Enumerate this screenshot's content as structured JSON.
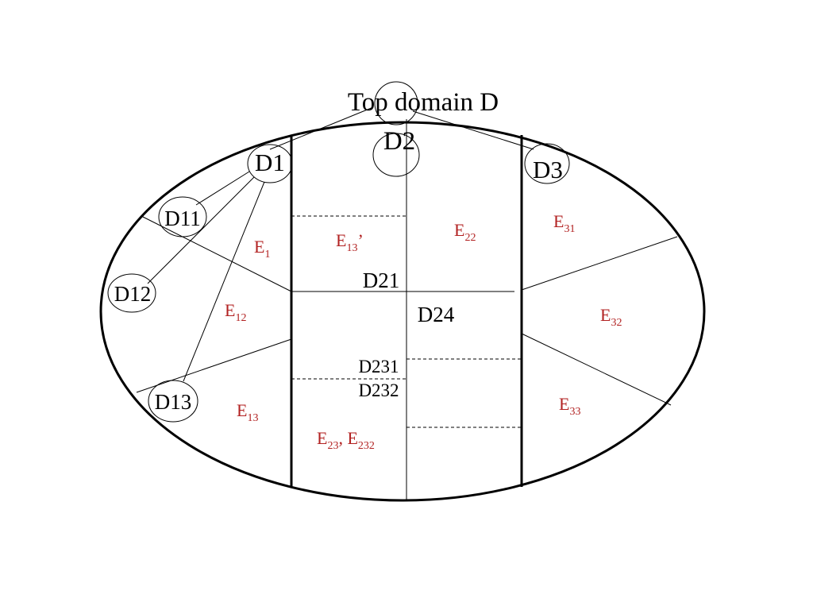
{
  "diagram": {
    "title": "Top domain D",
    "colors": {
      "region_label": "#b22222",
      "line": "#000000"
    },
    "domains": {
      "d1": "D1",
      "d2": "D2",
      "d3": "D3",
      "d11": "D11",
      "d12": "D12",
      "d13": "D13",
      "d21": "D21",
      "d24": "D24",
      "d231": "D231",
      "d232": "D232"
    },
    "regions": {
      "e1": {
        "base": "E",
        "sub": "1"
      },
      "e12": {
        "base": "E",
        "sub": "12"
      },
      "e13": {
        "base": "E",
        "sub": "13"
      },
      "e13p": {
        "base": "E",
        "sub": "13",
        "suffix": "’"
      },
      "e22": {
        "base": "E",
        "sub": "22"
      },
      "e31": {
        "base": "E",
        "sub": "31"
      },
      "e32": {
        "base": "E",
        "sub": "32"
      },
      "e33": {
        "base": "E",
        "sub": "33"
      },
      "e23": {
        "base": "E",
        "sub": "23",
        "sep": ", "
      },
      "e232": {
        "base": "E",
        "sub": "232"
      }
    }
  }
}
